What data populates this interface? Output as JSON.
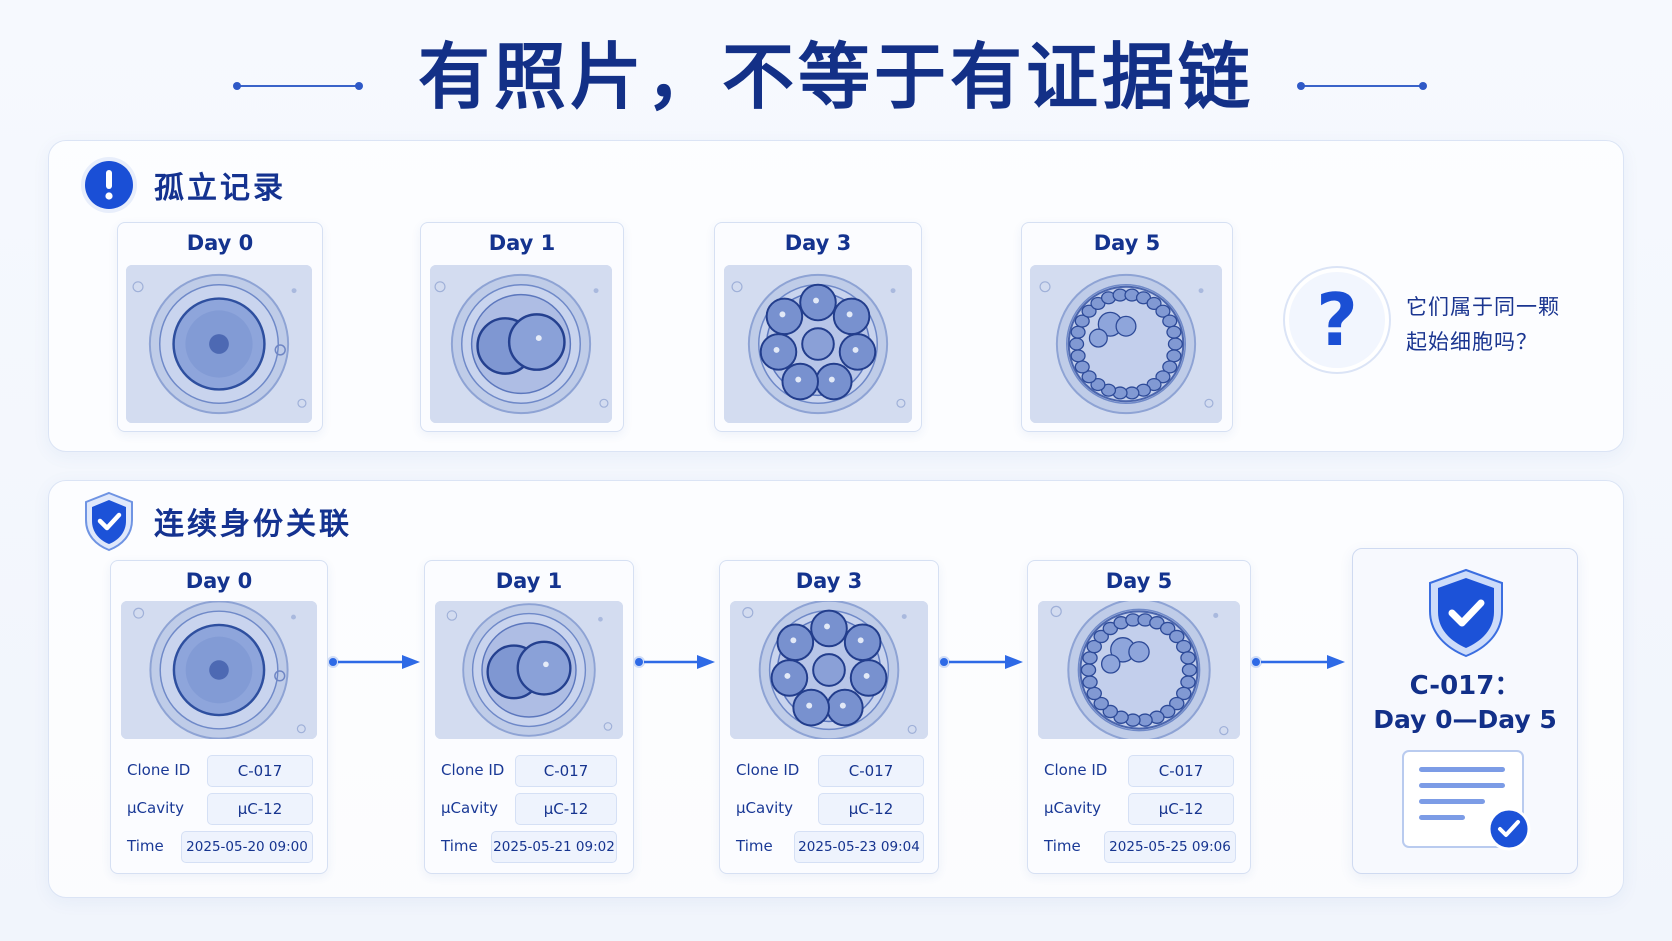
{
  "title": "有照片，不等于有证据链",
  "isolated": {
    "section_title": "孤立记录",
    "days": [
      "Day 0",
      "Day 1",
      "Day 3",
      "Day 5"
    ],
    "question_line1": "它们属于同一颗",
    "question_line2": "起始细胞吗？"
  },
  "linked": {
    "section_title": "连续身份关联",
    "labels": {
      "clone_id": "Clone ID",
      "cavity": "μCavity",
      "time": "Time"
    },
    "cards": [
      {
        "day": "Day 0",
        "clone_id": "C-017",
        "cavity": "μC-12",
        "time": "2025-05-20 09:00"
      },
      {
        "day": "Day 1",
        "clone_id": "C-017",
        "cavity": "μC-12",
        "time": "2025-05-21 09:02"
      },
      {
        "day": "Day 3",
        "clone_id": "C-017",
        "cavity": "μC-12",
        "time": "2025-05-23 09:04"
      },
      {
        "day": "Day 5",
        "clone_id": "C-017",
        "cavity": "μC-12",
        "time": "2025-05-25 09:06"
      }
    ],
    "final": {
      "clone": "C-017：",
      "range": "Day 0—Day 5"
    }
  },
  "colors": {
    "primary": "#133087",
    "accent": "#1e5fe0",
    "arrow": "#2e6ae6"
  }
}
